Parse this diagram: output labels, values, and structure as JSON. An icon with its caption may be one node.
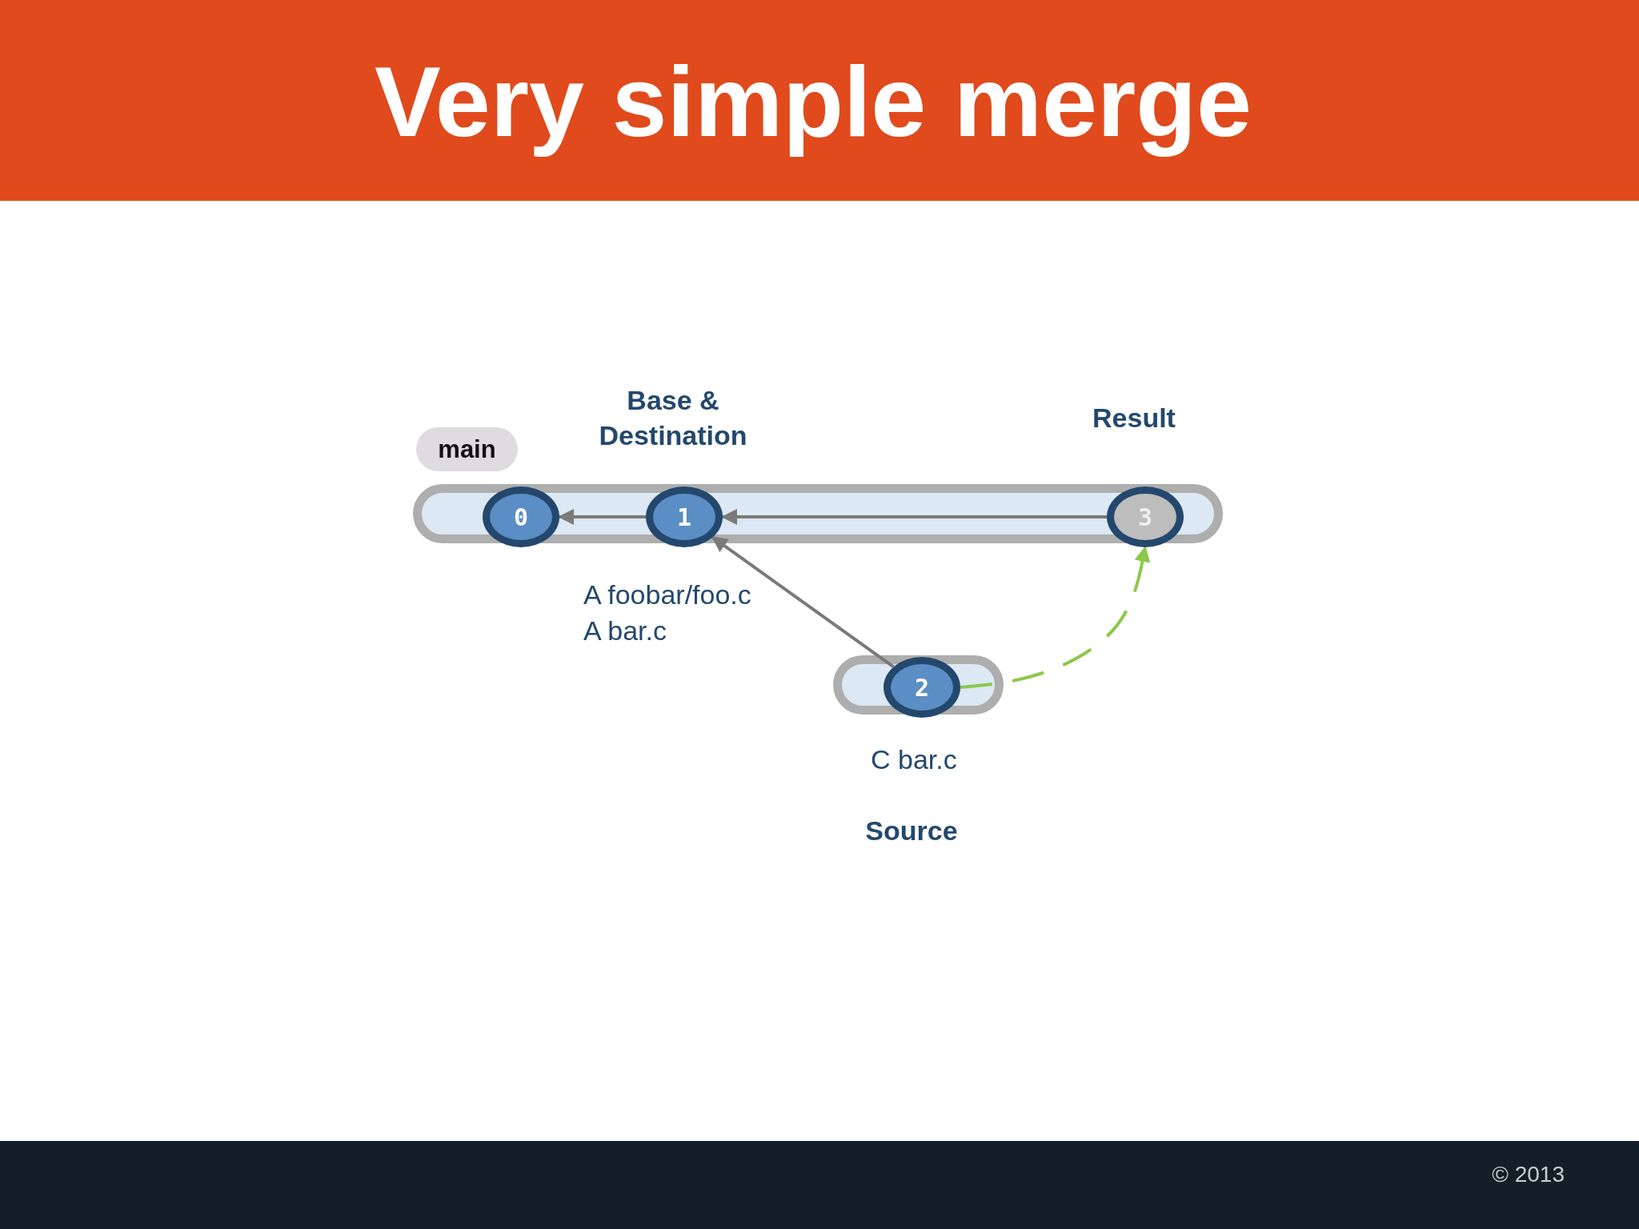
{
  "diagram": {
    "title": "Very simple merge",
    "nodes": [
      {
        "text": [],
        "shape": "bar"
      },
      {
        "text": [
          "main"
        ]
      },
      {
        "text": [
          "0"
        ],
        "in": 0
      },
      {
        "text": [
          "1"
        ],
        "in": 0,
        "beside": [
          "Base & Destination",
          "A foobar/foo.c",
          "A bar.c"
        ]
      },
      {
        "text": [
          "3"
        ],
        "in": 0,
        "beside": [
          "Result"
        ]
      },
      {
        "text": [],
        "shape": "bar"
      },
      {
        "text": [
          "2"
        ],
        "in": 5,
        "beside": [
          "C bar.c",
          "Source"
        ]
      }
    ],
    "edges": [
      {
        "from": 3,
        "to": 2,
        "arrow": "to"
      },
      {
        "from": 6,
        "to": 3,
        "arrow": "to"
      },
      {
        "from": 4,
        "to": 3,
        "arrow": "to"
      },
      {
        "from": 6,
        "to": 4,
        "arrow": "to",
        "style": "dashed",
        "color": "#8cc84b"
      }
    ],
    "labels": [
      "© 2013"
    ]
  }
}
